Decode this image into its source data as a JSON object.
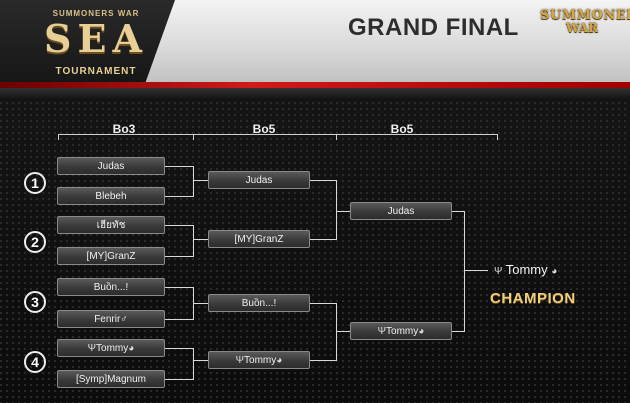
{
  "event": {
    "top": "SUMMONERS WAR",
    "main": "SEA",
    "sub": "TOURNAMENT"
  },
  "header": {
    "title": "GRAND FINAL",
    "logo_line1": "SUMMONERS",
    "logo_line2": "WAR"
  },
  "rounds": [
    "Bo3",
    "Bo5",
    "Bo5"
  ],
  "groups": [
    "1",
    "2",
    "3",
    "4"
  ],
  "round1": [
    "Judas",
    "Blebeh",
    "เฮียทัช",
    "[MY]GranZ",
    "Buồn...!",
    "Fenrir♂",
    "Tommy",
    "[Symp]Magnum"
  ],
  "round2": [
    "Judas",
    "[MY]GranZ",
    "Buồn...!",
    "Tommy"
  ],
  "round3": [
    "Judas",
    "Tommy"
  ],
  "champion": {
    "name": "Tommy",
    "label": "CHAMPION"
  },
  "icons": {
    "player_badge": "trident-icon",
    "player_eye": "eye-icon"
  }
}
